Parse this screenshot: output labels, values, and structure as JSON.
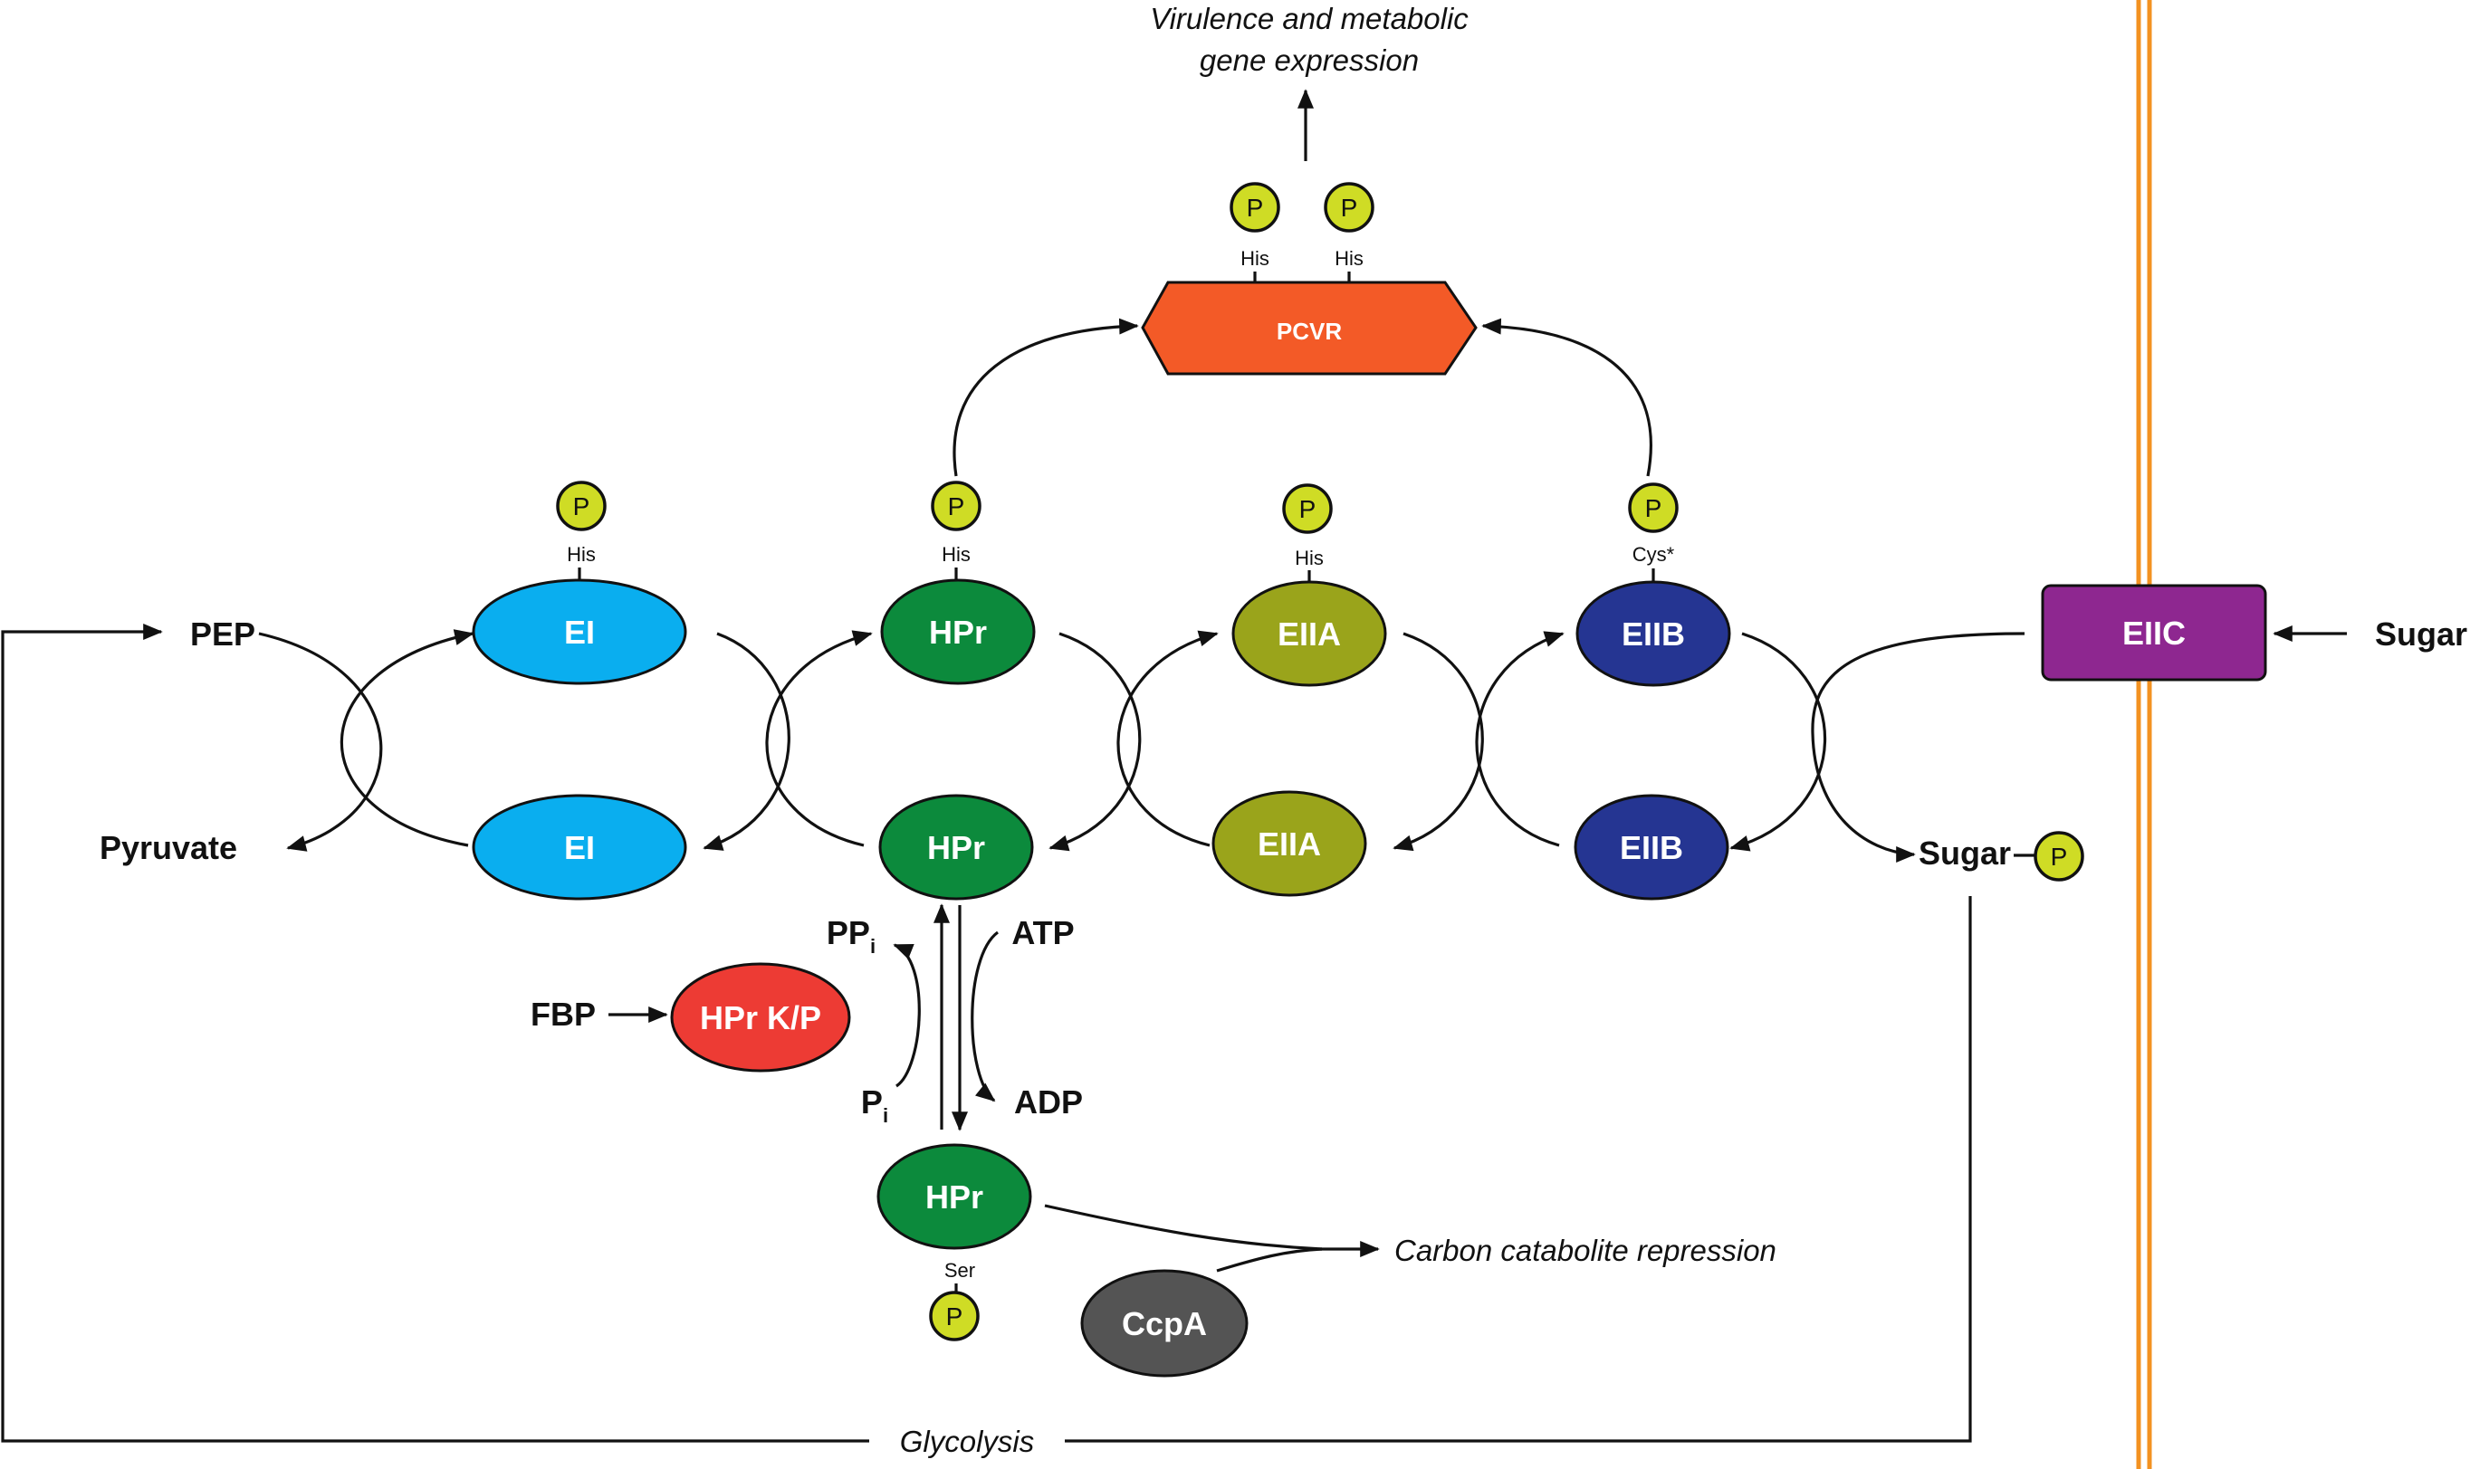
{
  "nodes": {
    "ei_top": "EI",
    "ei_bottom": "EI",
    "hpr_top": "HPr",
    "hpr_middle": "HPr",
    "hpr_bottom": "HPr",
    "eiia_top": "EIIA",
    "eiia_bottom": "EIIA",
    "eiib_top": "EIIB",
    "eiib_bottom": "EIIB",
    "eiic": "EIIC",
    "pcvr": "PCVR",
    "hpr_kp": "HPr K/P",
    "ccpa": "CcpA"
  },
  "metabolites": {
    "pep": "PEP",
    "pyruvate": "Pyruvate",
    "sugar_in": "Sugar",
    "sugar_p": "Sugar",
    "fbp": "FBP",
    "ppi": "PP",
    "ppi_sub": "i",
    "pi": "P",
    "pi_sub": "i",
    "atp": "ATP",
    "adp": "ADP"
  },
  "phospho": {
    "symbol": "P",
    "ei_site": "His",
    "hpr_site": "His",
    "eiia_site": "His",
    "eiib_site": "Cys*",
    "pcvr_site_1": "His",
    "pcvr_site_2": "His",
    "hpr_ser_site": "Ser"
  },
  "outcomes": {
    "virulence_line1": "Virulence and metabolic",
    "virulence_line2": "gene expression",
    "ccr": "Carbon catabolite repression",
    "glycolysis": "Glycolysis"
  },
  "colors": {
    "ei": "#0aaeef",
    "hpr": "#0c8a3c",
    "eiia": "#9aa41b",
    "eiib": "#253592",
    "eiic": "#8e2790",
    "pcvr": "#f35a27",
    "hpr_kp": "#ed3b34",
    "ccpa": "#545454",
    "phospho": "#cfdc25",
    "membrane": "#f39221"
  }
}
